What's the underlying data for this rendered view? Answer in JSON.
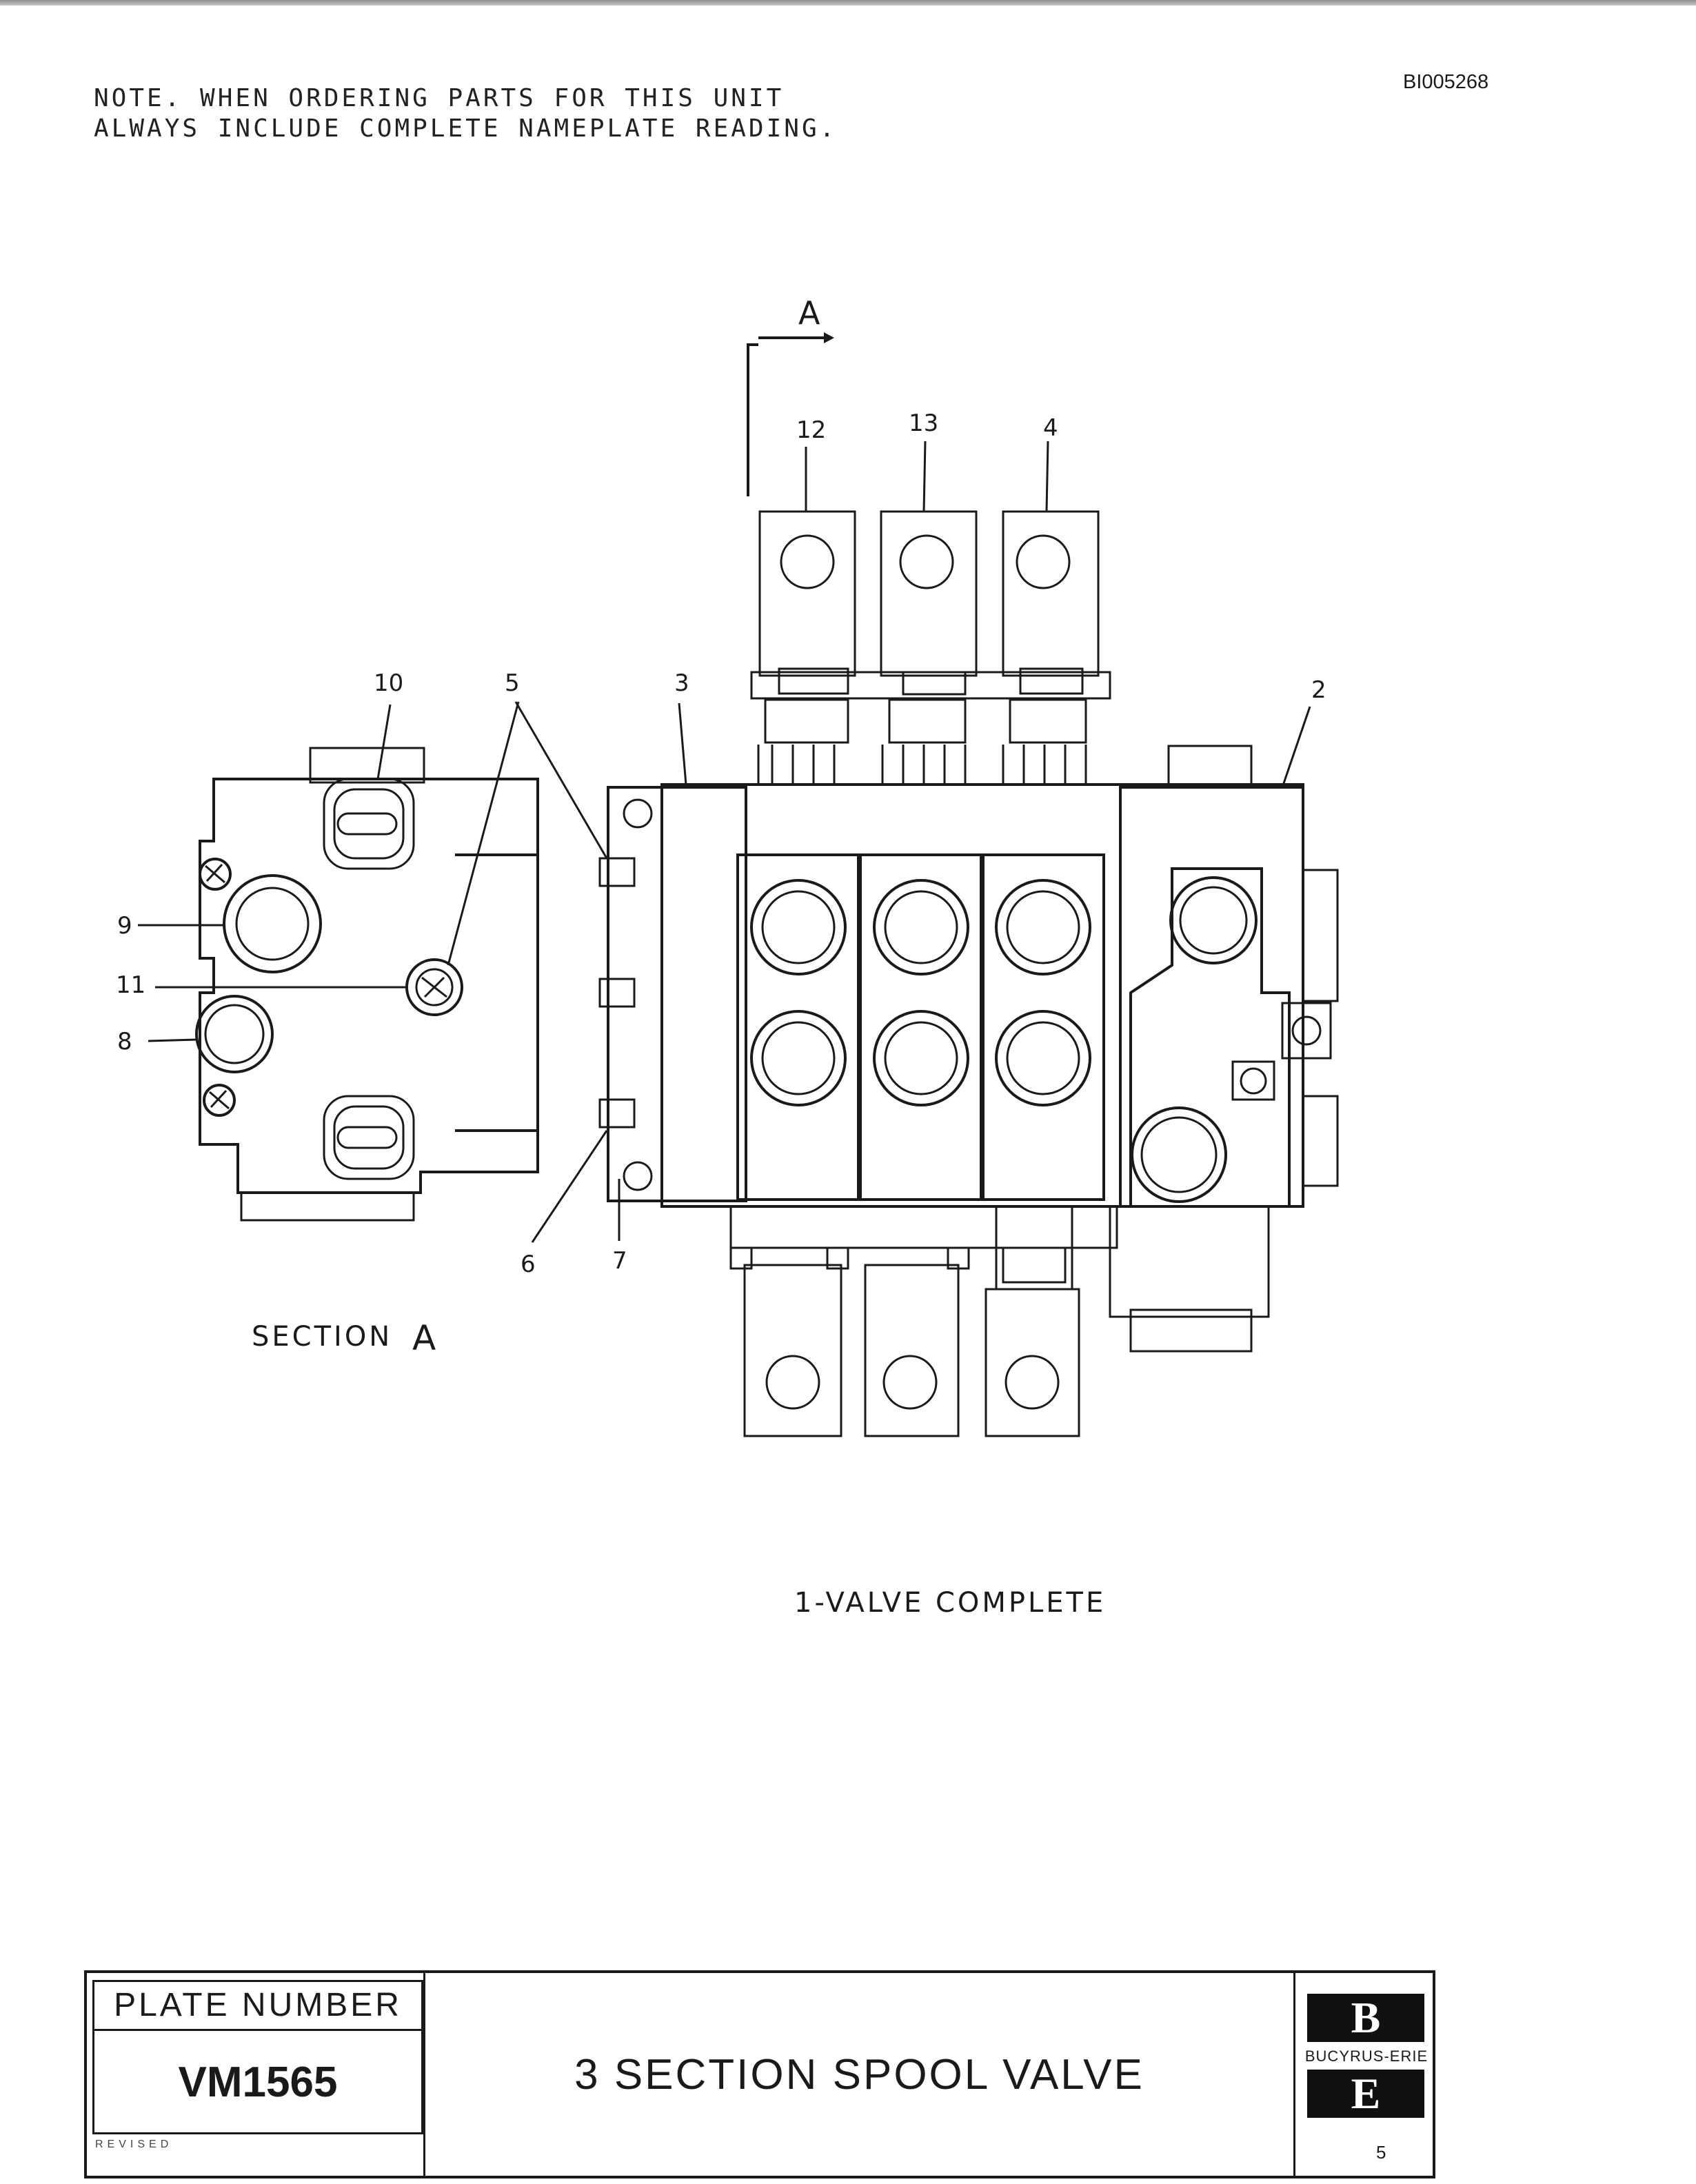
{
  "document_id": "BI005268",
  "note": {
    "line1": "NOTE.  WHEN ORDERING PARTS FOR THIS UNIT",
    "line2": "ALWAYS INCLUDE COMPLETE NAMEPLATE READING."
  },
  "diagram": {
    "section_marker": "A",
    "section_caption": "SECTION",
    "section_caption_letter": "A",
    "main_caption": "1-VALVE  COMPLETE",
    "callouts": {
      "c1": "12",
      "c2": "13",
      "c3": "4",
      "c4": "10",
      "c5": "5",
      "c6": "3",
      "c7": "2",
      "c8": "9",
      "c9": "11",
      "c10": "8",
      "c11": "6",
      "c12": "7"
    }
  },
  "title_block": {
    "plate_number_label": "PLATE NUMBER",
    "plate_number": "VM1565",
    "revised_label": "REVISED",
    "title": "3 SECTION SPOOL VALVE",
    "logo_top": "B",
    "logo_name": "BUCYRUS-ERIE",
    "logo_bottom": "E",
    "sheet_mark": "5"
  }
}
